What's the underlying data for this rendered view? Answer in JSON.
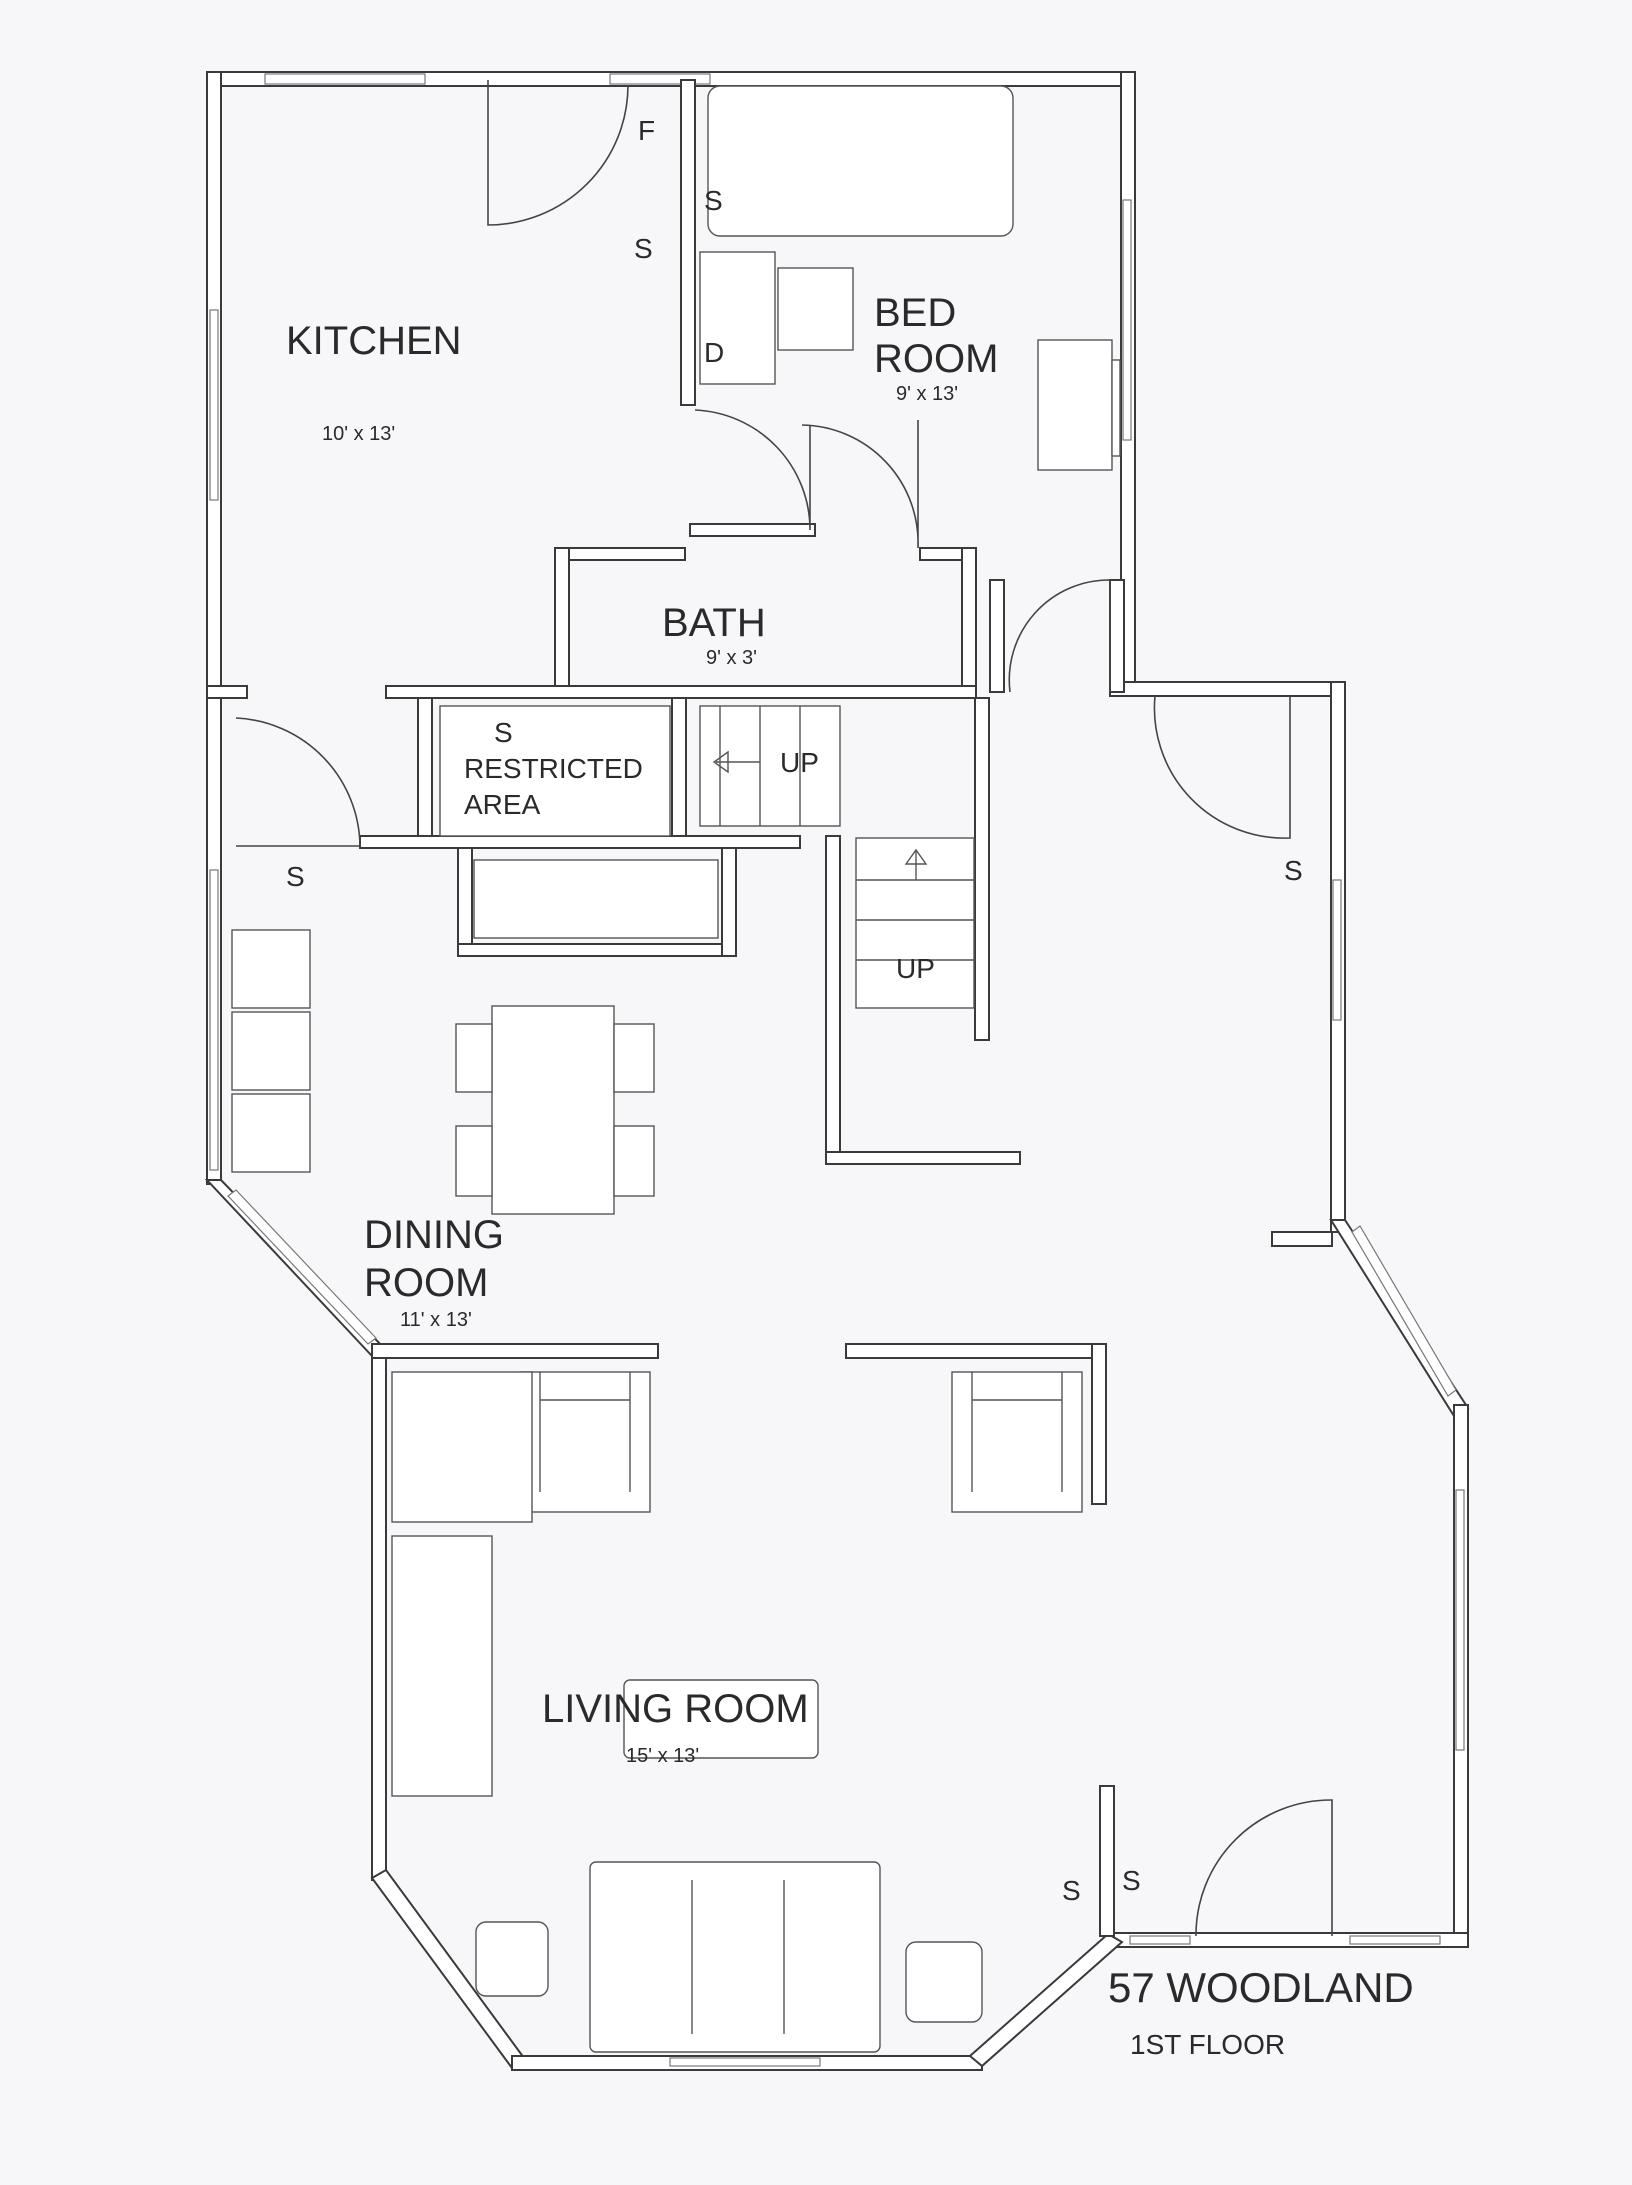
{
  "rooms": {
    "kitchen": {
      "name": "KITCHEN",
      "size": "10' x 13'"
    },
    "bedroom": {
      "name_line1": "BED",
      "name_line2": "ROOM",
      "size": "9' x 13'"
    },
    "bath": {
      "name": "BATH",
      "size": "9' x 3'"
    },
    "restricted": {
      "s": "S",
      "line1": "RESTRICTED",
      "line2": "AREA"
    },
    "dining": {
      "name_line1": "DINING",
      "name_line2": "ROOM",
      "size": "11' x 13'"
    },
    "living": {
      "name": "LIVING ROOM",
      "size": "15' x 13'"
    }
  },
  "stairs": {
    "up_upper": "UP",
    "up_lower": "UP"
  },
  "markers": {
    "kitchen_f": "F",
    "kitchen_s": "S",
    "bedroom_s": "S",
    "bedroom_d": "D",
    "dining_s": "S",
    "hall_s": "S",
    "living_s_left": "S",
    "living_s_right": "S"
  },
  "footer": {
    "address": "57 WOODLAND",
    "floor": "1ST FLOOR"
  }
}
